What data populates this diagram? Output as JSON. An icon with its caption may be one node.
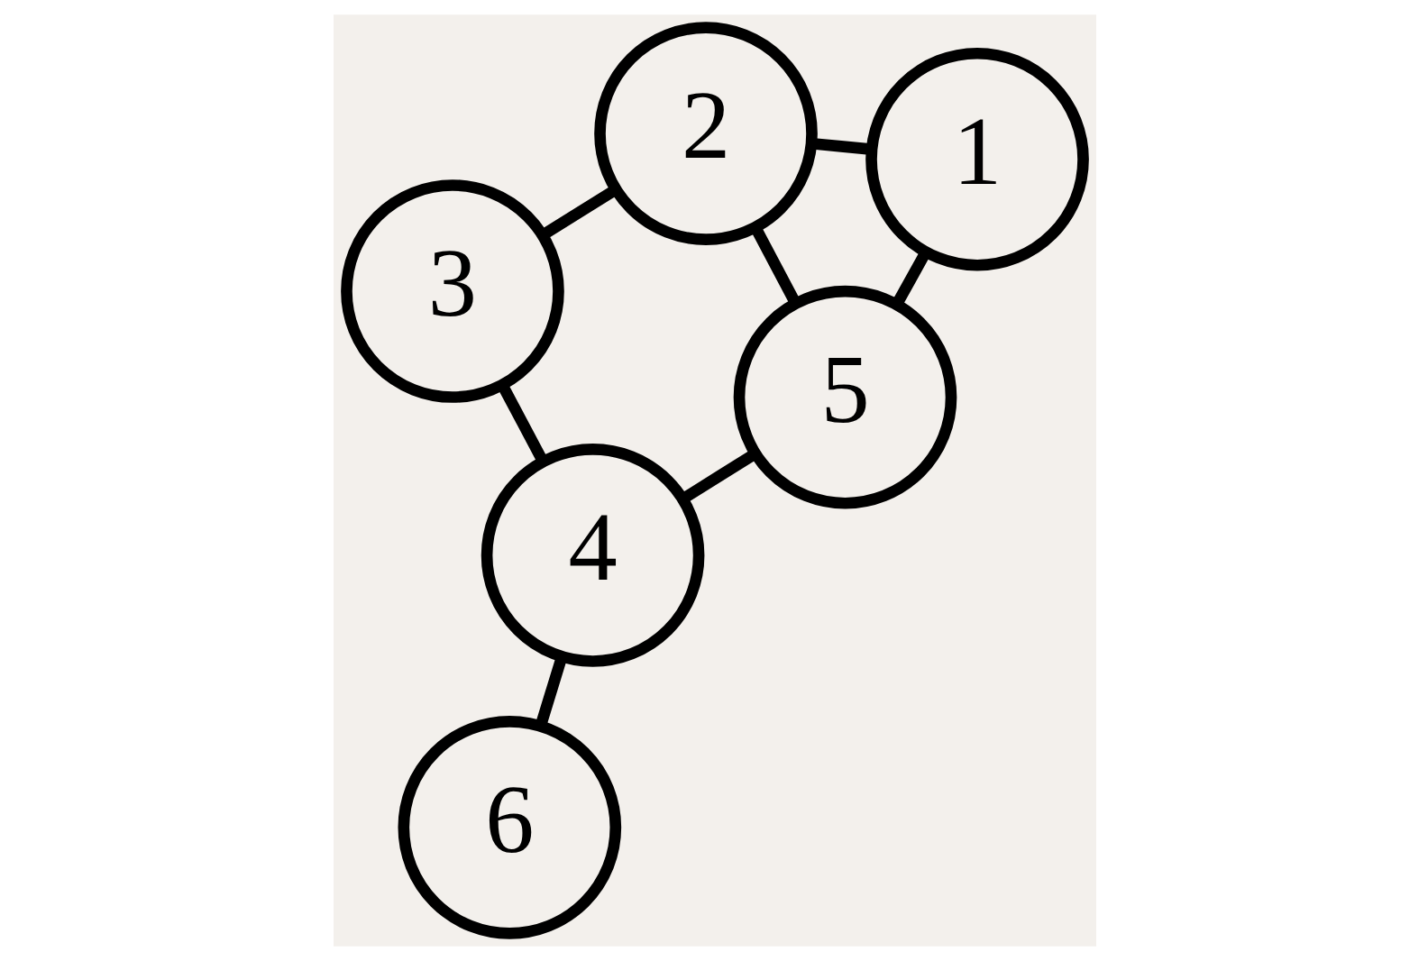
{
  "diagram": {
    "nodes": [
      {
        "text": [
          "6"
        ]
      },
      {
        "text": [
          "5"
        ]
      },
      {
        "text": [
          "4"
        ]
      },
      {
        "text": [
          "1"
        ]
      },
      {
        "text": [
          "2"
        ]
      },
      {
        "text": [
          "3"
        ]
      }
    ],
    "edges": [
      {
        "from": 0,
        "to": 2,
        "arrow": "none"
      },
      {
        "from": 2,
        "to": 1,
        "arrow": "none"
      },
      {
        "from": 1,
        "to": 3,
        "arrow": "none"
      },
      {
        "from": 1,
        "to": 4,
        "arrow": "none"
      },
      {
        "from": 3,
        "to": 4,
        "arrow": "none"
      },
      {
        "from": 2,
        "to": 5,
        "arrow": "none"
      },
      {
        "from": 5,
        "to": 4,
        "arrow": "none"
      }
    ]
  }
}
